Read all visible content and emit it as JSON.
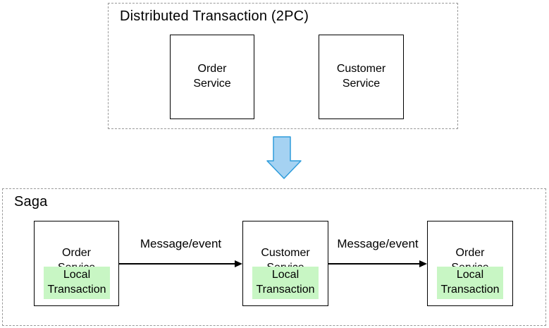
{
  "colors": {
    "green_fill": "#C8F6C4",
    "blue_arrow_fill": "#A5D2F2",
    "blue_arrow_stroke": "#2E9CDB",
    "dashed_border": "#999999",
    "box_border": "#000000"
  },
  "icons": {
    "transform_arrow": "down-arrow"
  },
  "twopc": {
    "title": "Distributed Transaction (2PC)",
    "services": [
      {
        "label": "Order\nService"
      },
      {
        "label": "Customer\nService"
      }
    ]
  },
  "saga": {
    "title": "Saga",
    "steps": [
      {
        "service": "Order\nService",
        "inner": "Local\nTransaction"
      },
      {
        "service": "Customer\nService",
        "inner": "Local\nTransaction"
      },
      {
        "service": "Order\nService",
        "inner": "Local\nTransaction"
      }
    ],
    "messages": [
      {
        "label": "Message/event"
      },
      {
        "label": "Message/event"
      }
    ]
  }
}
